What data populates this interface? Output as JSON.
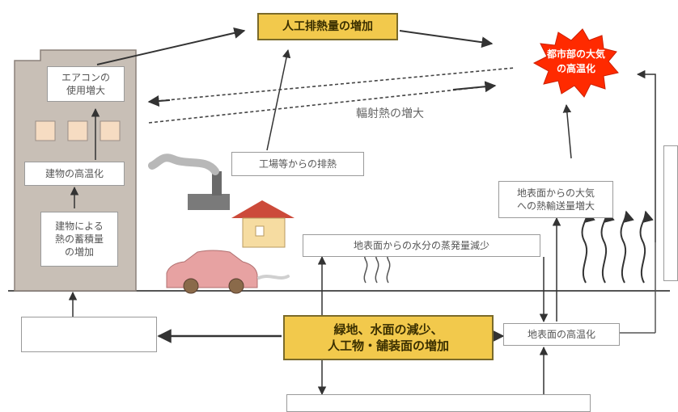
{
  "diagram": {
    "top_center": "人工排熱量の増加",
    "burst": "都市部の大気\nの高温化",
    "radiation": "輻射熱の増大",
    "building_top": "エアコンの\n使用増大",
    "building_mid": "建物の高温化",
    "building_low": "建物による\n熱の蓄積量\nの増加",
    "factory_exhaust": "工場等からの排熱",
    "surface_heat_flux": "地表面からの大気\nへの熱輸送量増大",
    "evaporation": "地表面からの水分の蒸発量減少",
    "side_label": "",
    "left_bottom": "",
    "center_main": "緑地、水面の減少、\n人工物・舗装面の増加",
    "surface_temp": "地表面の高温化",
    "bottom": ""
  },
  "colors": {
    "gold": "#f2c94c",
    "burst_red": "#ff2a00",
    "building": "#c8bfb6",
    "car": "#e7a2a2",
    "house_wall": "#f6dca1",
    "house_roof": "#cc4a3a"
  }
}
